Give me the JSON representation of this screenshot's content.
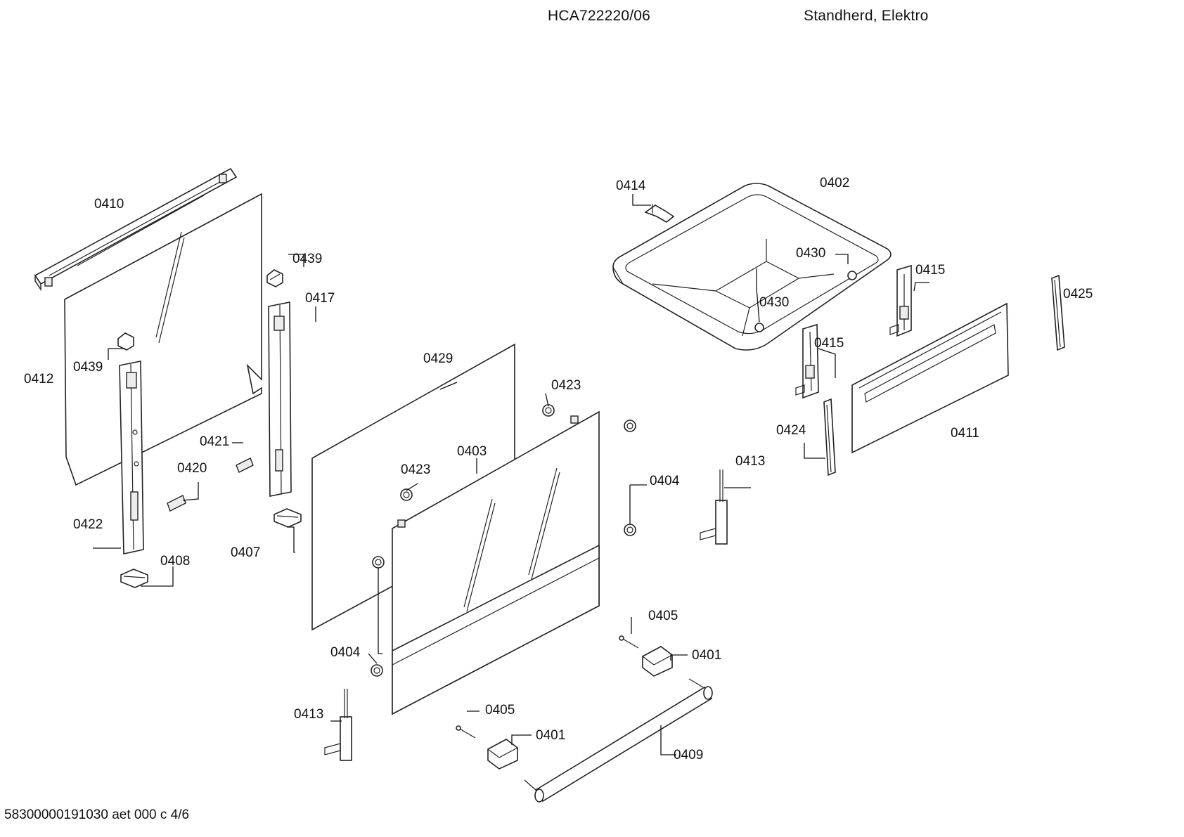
{
  "header": {
    "model": "HCA722220/06",
    "description": "Standherd, Elektro"
  },
  "footer": {
    "code": "58300000191030 aet 000 c 4/6"
  },
  "labels": {
    "0410": "0410",
    "0439": "0439",
    "0417": "0417",
    "0412": "0412",
    "0421": "0421",
    "0420": "0420",
    "0422": "0422",
    "0408": "0408",
    "0407": "0407",
    "0429": "0429",
    "0423": "0423",
    "0403": "0403",
    "0404": "0404",
    "0413": "0413",
    "0405": "0405",
    "0401": "0401",
    "0409": "0409",
    "0414": "0414",
    "0402": "0402",
    "0430": "0430",
    "0415": "0415",
    "0425": "0425",
    "0424": "0424",
    "0411": "0411"
  }
}
